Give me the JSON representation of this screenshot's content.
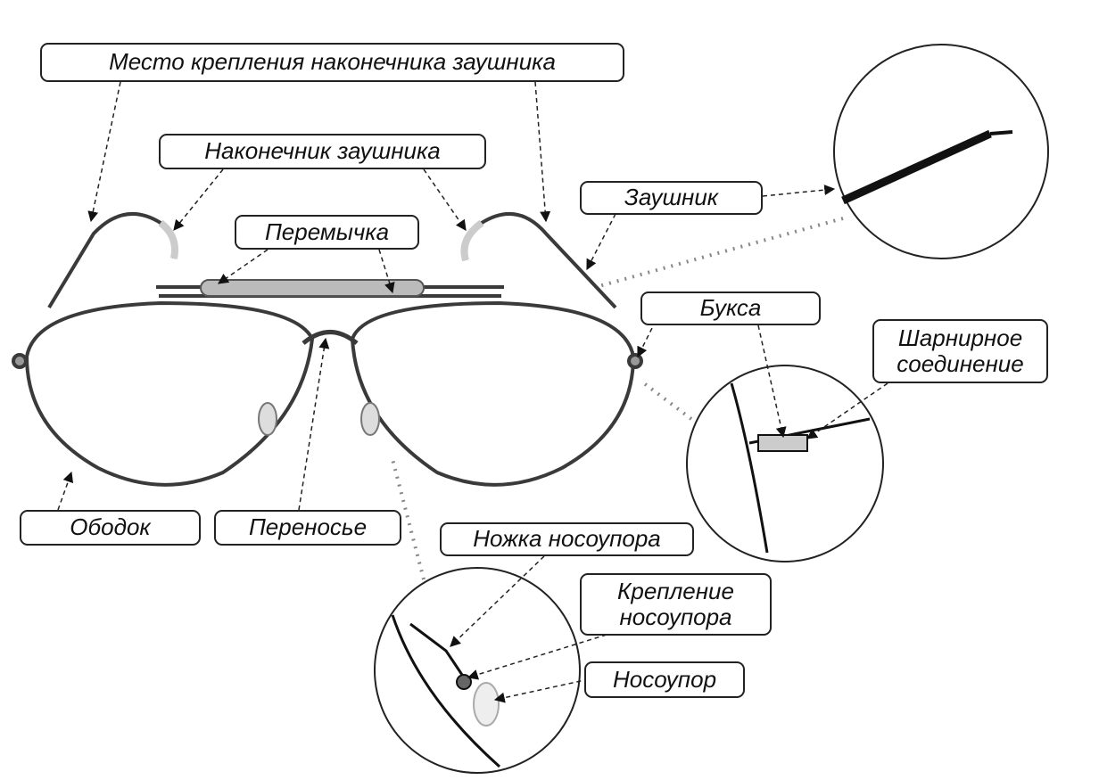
{
  "title": "Устройство очков",
  "labels": {
    "temple_tip_mount": "Место крепления наконечника заушника",
    "temple_tip": "Наконечник заушника",
    "temple": "Заушник",
    "bridge_bar": "Перемычка",
    "endpiece": "Букса",
    "hinge_line1": "Шарнирное",
    "hinge_line2": "соединение",
    "rim": "Ободок",
    "nose_bridge": "Переносье",
    "pad_arm": "Ножка носоупора",
    "pad_mount_line1": "Крепление",
    "pad_mount_line2": "носоупора",
    "nose_pad": "Носоупор"
  },
  "colors": {
    "frame": "#3a3a3a",
    "line": "#222222",
    "dotted": "#888888"
  }
}
